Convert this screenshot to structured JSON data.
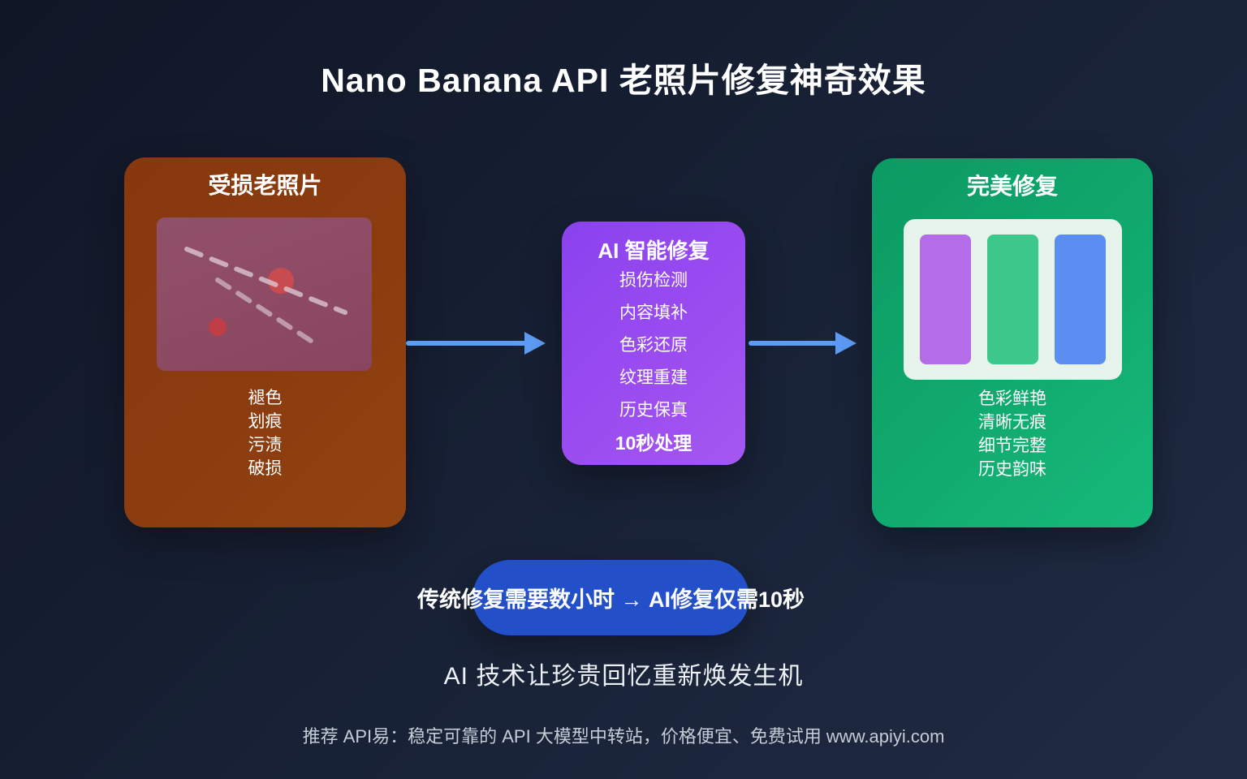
{
  "title": "Nano Banana API 老照片修复神奇效果",
  "cards": {
    "damaged": {
      "title": "受损老照片",
      "items": [
        "褪色",
        "划痕",
        "污渍",
        "破损"
      ]
    },
    "ai": {
      "title": "AI 智能修复",
      "items": [
        "损伤检测",
        "内容填补",
        "色彩还原",
        "纹理重建",
        "历史保真"
      ],
      "highlight": "10秒处理"
    },
    "restored": {
      "title": "完美修复",
      "items": [
        "色彩鲜艳",
        "清晰无痕",
        "细节完整",
        "历史韵味"
      ]
    }
  },
  "comparison": {
    "text": "传统修复需要数小时 → AI修复仅需10秒"
  },
  "tagline": "AI 技术让珍贵回忆重新焕发生机",
  "footer": "推荐 API易：稳定可靠的 API 大模型中转站，价格便宜、免费试用 www.apiyi.com",
  "colors": {
    "background_top": "#0f1626",
    "background_bottom": "#202c44",
    "damaged_card": "#8a3b0f",
    "ai_card": "#9a4cf0",
    "restored_card": "#10a86d",
    "photo": "#8d4a63",
    "scratch": "#dcc6cf",
    "stain_large": "#c84b50",
    "stain_small": "#c13e47",
    "panel": "#e7f4ec",
    "bar_purple": "#b46ce8",
    "bar_green": "#3ec98c",
    "bar_blue": "#5c8df0",
    "arrow": "#5d9cf5",
    "pill": "#2350c8"
  }
}
